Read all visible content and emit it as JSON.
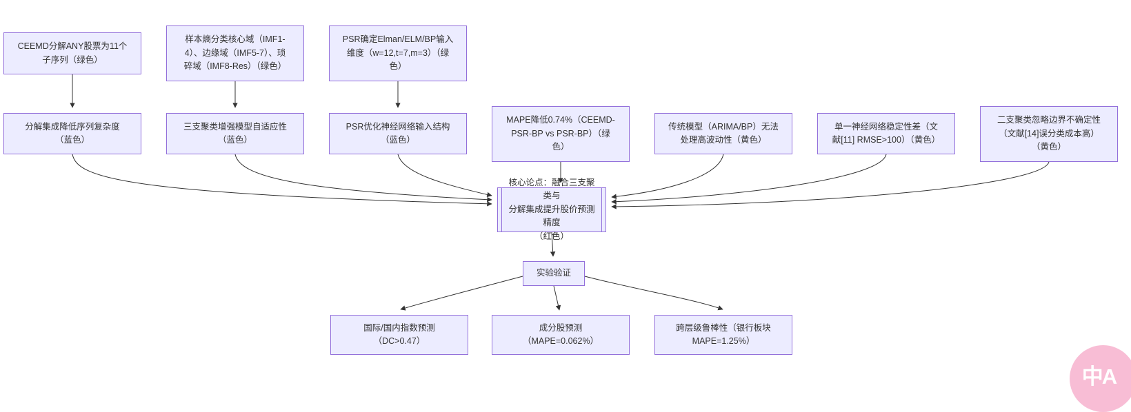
{
  "diagram": {
    "colors": {
      "node_fill": "#ECECFF",
      "node_border": "#9370DB",
      "arrow": "#333333",
      "text": "#333333",
      "background": "#ffffff"
    },
    "nodes": {
      "t1": {
        "label": "CEEMD分解ANY股票为11个\n子序列（绿色）"
      },
      "t2": {
        "label": "样本熵分类核心域（IMF1-\n4）、边缘域（IMF5-7）、琐\n碎域（IMF8-Res）（绿色）"
      },
      "t3": {
        "label": "PSR确定Elman/ELM/BP输入\n维度（w=12,t=7,m=3）（绿\n色）"
      },
      "a1": {
        "label": "分解集成降低序列复杂度\n（蓝色）"
      },
      "a2": {
        "label": "三支聚类增强模型自适应性\n（蓝色）"
      },
      "a3": {
        "label": "PSR优化神经网络输入结构\n（蓝色）"
      },
      "d": {
        "label": "MAPE降低0.74%（CEEMD-\nPSR-BP vs PSR-BP）（绿\n色）"
      },
      "e": {
        "label": "传统模型（ARIMA/BP）无法\n处理高波动性（黄色）"
      },
      "f": {
        "label": "单一神经网络稳定性差（文\n献[11] RMSE>100）（黄色）"
      },
      "g": {
        "label": "二支聚类忽略边界不确定性\n（文献[14]误分类成本高）\n（黄色）"
      },
      "core": {
        "label": "核心论点：融合三支聚类与\n分解集成提升股价预测精度\n（红色）"
      },
      "exp": {
        "label": "实验验证"
      },
      "h1": {
        "label": "国际/国内指数预测\n（DC>0.47）"
      },
      "h2": {
        "label": "成分股预测\n（MAPE=0.062%）"
      },
      "h3": {
        "label": "跨层级鲁棒性（银行板块\nMAPE=1.25%）"
      }
    }
  },
  "watermark": {
    "label": "中A",
    "background": "#f8bdd5"
  }
}
